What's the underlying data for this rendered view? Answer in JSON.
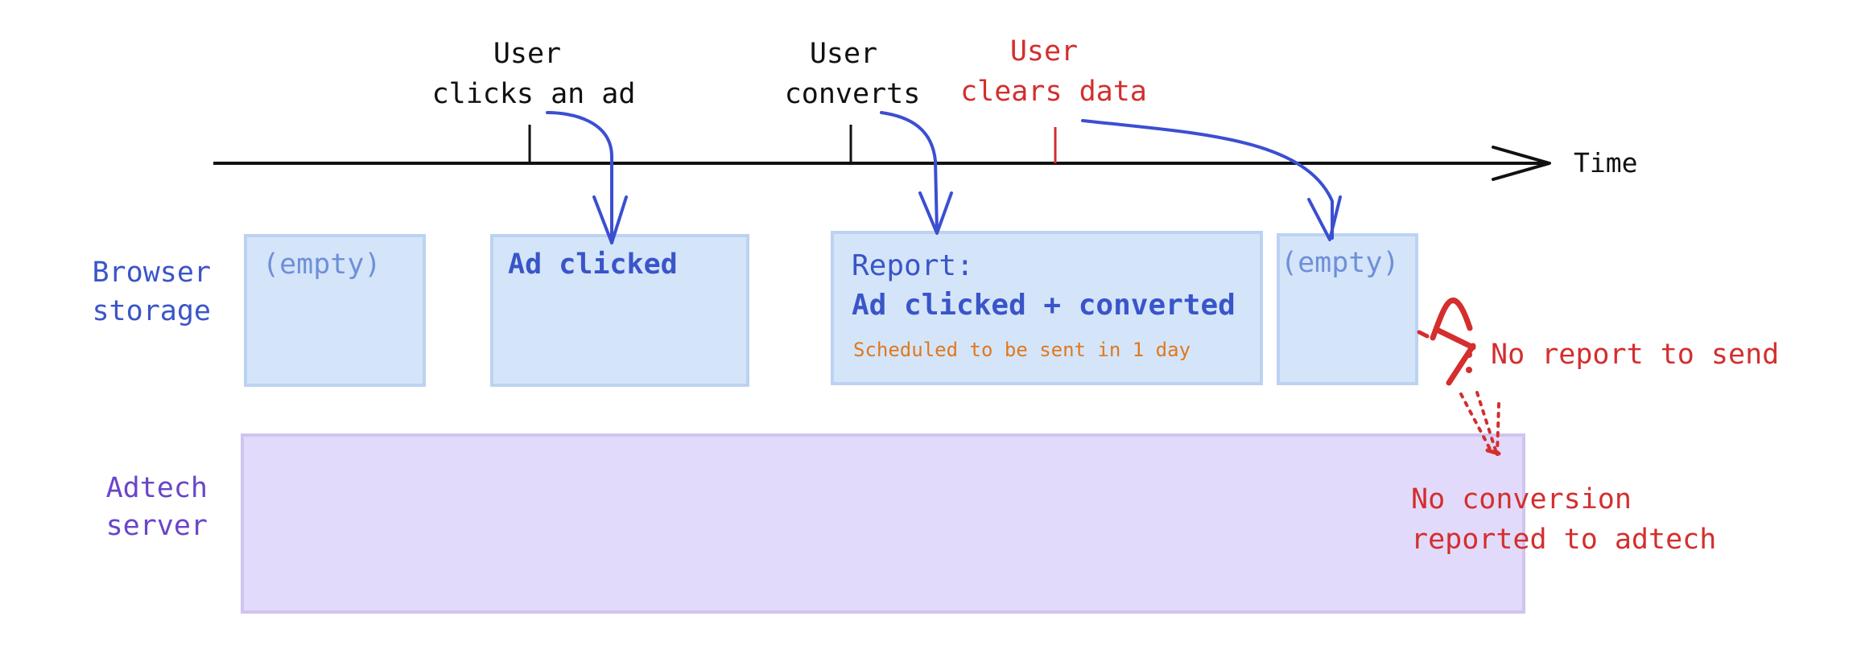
{
  "timeline": {
    "axis_label": "Time",
    "events": [
      {
        "line1": "User",
        "line2": "clicks an ad"
      },
      {
        "line1": "User",
        "line2": "converts"
      },
      {
        "line1": "User",
        "line2": "clears data"
      }
    ]
  },
  "rows": {
    "browser": {
      "line1": "Browser",
      "line2": "storage"
    },
    "adtech": {
      "line1": "Adtech",
      "line2": "server"
    }
  },
  "storage_boxes": {
    "empty_before": "(empty)",
    "ad_clicked": "Ad clicked",
    "report_line1": "Report:",
    "report_line2": "Ad clicked + converted",
    "report_note": "Scheduled to be sent in 1 day",
    "empty_after": "(empty)"
  },
  "annotations": {
    "no_report": "No report to send",
    "no_conversion_line1": "No conversion",
    "no_conversion_line2": "reported to adtech"
  },
  "colors": {
    "black": "#111111",
    "blue_text": "#3a55c8",
    "blue_arrow": "#3b4fd1",
    "light_blue_fill": "#d4e5fa",
    "light_blue_stroke": "#bcd2f1",
    "purple_fill": "#e2dafa",
    "purple_stroke": "#d0c4f0",
    "purple_text": "#6a45c9",
    "red": "#d42e2e",
    "orange": "#e0781c"
  }
}
